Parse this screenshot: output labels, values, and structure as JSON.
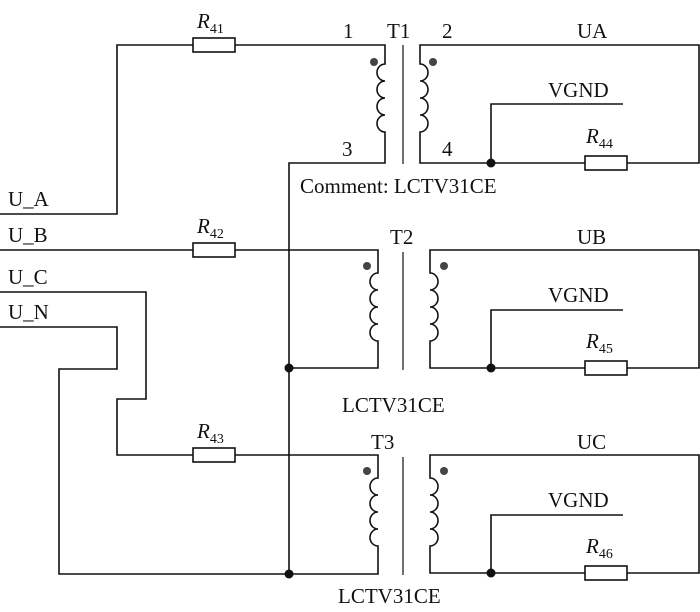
{
  "inputs": {
    "ua": "U_A",
    "ub": "U_B",
    "uc": "U_C",
    "un": "U_N"
  },
  "resistors": {
    "r41": {
      "letter": "R",
      "sub": "41"
    },
    "r42": {
      "letter": "R",
      "sub": "42"
    },
    "r43": {
      "letter": "R",
      "sub": "43"
    },
    "r44": {
      "letter": "R",
      "sub": "44"
    },
    "r45": {
      "letter": "R",
      "sub": "45"
    },
    "r46": {
      "letter": "R",
      "sub": "46"
    }
  },
  "transformers": {
    "t1": {
      "name": "T1",
      "pin1": "1",
      "pin2": "2",
      "pin3": "3",
      "pin4": "4",
      "output": "UA",
      "ground": "VGND",
      "comment": "Comment: LCTV31CE"
    },
    "t2": {
      "name": "T2",
      "output": "UB",
      "ground": "VGND",
      "comment": "LCTV31CE"
    },
    "t3": {
      "name": "T3",
      "output": "UC",
      "ground": "VGND",
      "comment": "LCTV31CE"
    }
  },
  "colors": {
    "line": "#111111",
    "polarity_dot": "#444444",
    "background": "#ffffff"
  }
}
